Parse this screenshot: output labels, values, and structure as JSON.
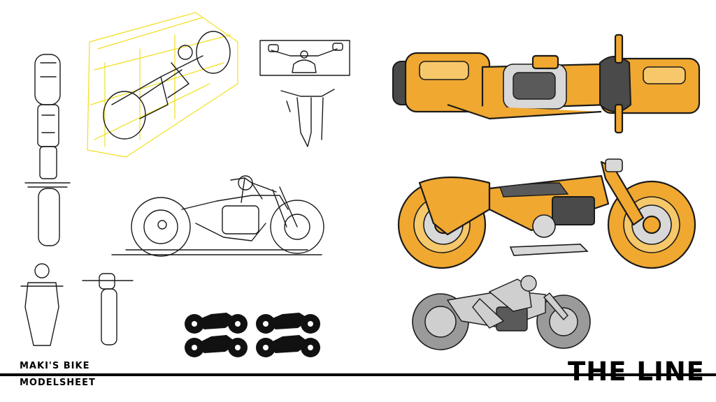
{
  "sheet": {
    "title_line1": "MAKI'S BIKE",
    "title_line2": "MODELSHEET",
    "brand": "THE LINE"
  },
  "colors": {
    "ink": "#1a1a1a",
    "bike_orange": "#f0a830",
    "bike_orange_light": "#f7c86a",
    "sketch_yellow": "#f5e11a",
    "metal_grey": "#bdbdbd",
    "dark_grey": "#4a4a4a",
    "grey_render": "#9a9a9a"
  }
}
